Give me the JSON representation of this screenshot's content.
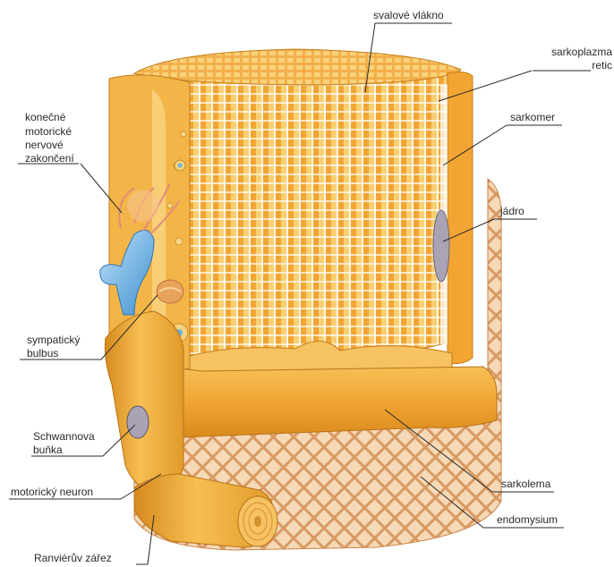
{
  "labels": {
    "svalove_vlakno": "svalové vlákno",
    "sarkoplazma": "sarkoplazma",
    "retic": "retic",
    "sarkomer": "sarkomer",
    "jadro": "jádro",
    "sarkolema": "sarkolema",
    "endomysium": "endomysium",
    "ranvieruv_zarez": "Ranviérův zářez",
    "motoricky_neuron": "motorický neuron",
    "schwannova": "Schwannova",
    "bunka": "buňka",
    "sympaticky": "sympatický",
    "bulbus": "bulbus",
    "konecne": "konečné",
    "motoricke": "motorické",
    "nervove": "nervové",
    "zakonceni": "zakončení"
  },
  "colors": {
    "muscle_orange": "#f2a533",
    "muscle_light": "#f8c965",
    "muscle_dark": "#d98a1c",
    "nerve_blue": "#6fb2e3",
    "endomysium_mesh": "#e5b183",
    "nucleus_grey": "#a9a3b5"
  }
}
